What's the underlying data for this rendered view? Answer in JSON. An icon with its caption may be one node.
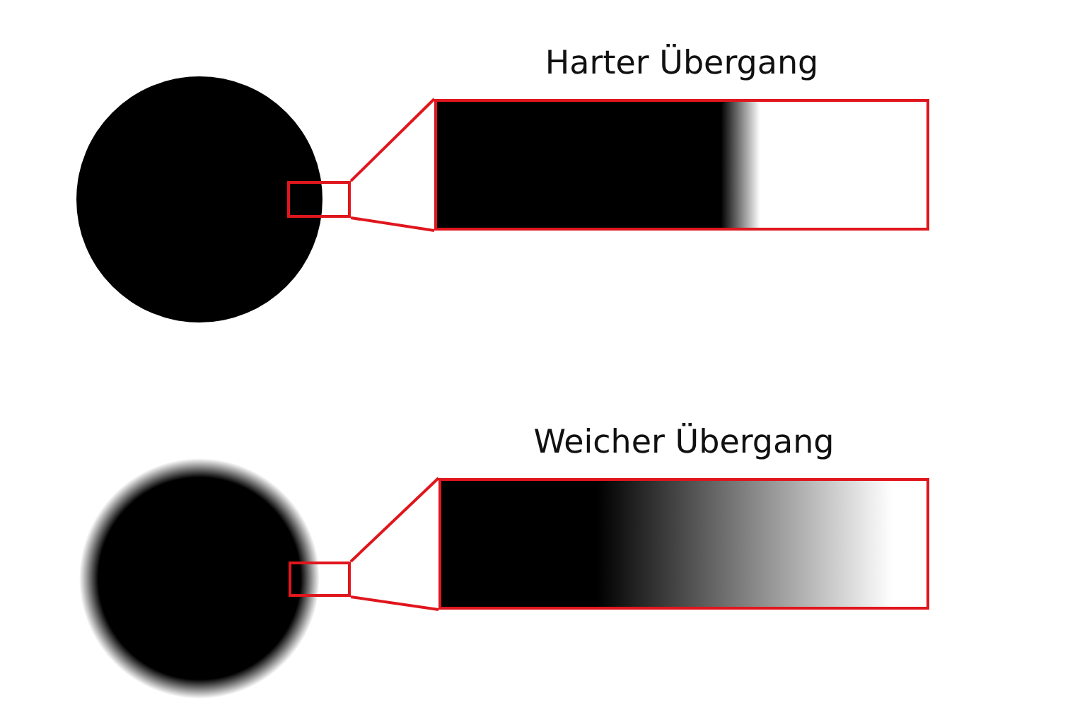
{
  "diagram": {
    "nodes": [
      {
        "text": [],
        "shape": "circle"
      },
      {
        "text": [],
        "shape": "box"
      },
      {
        "text": [
          "Harter Übergang"
        ]
      },
      {
        "text": [],
        "shape": "circle"
      },
      {
        "text": [],
        "shape": "box"
      },
      {
        "text": [
          "Weicher Übergang"
        ]
      }
    ],
    "edges": [
      {
        "from": 1,
        "to": 2,
        "arrow": "none"
      },
      {
        "from": 4,
        "to": 5,
        "arrow": "none"
      }
    ]
  }
}
